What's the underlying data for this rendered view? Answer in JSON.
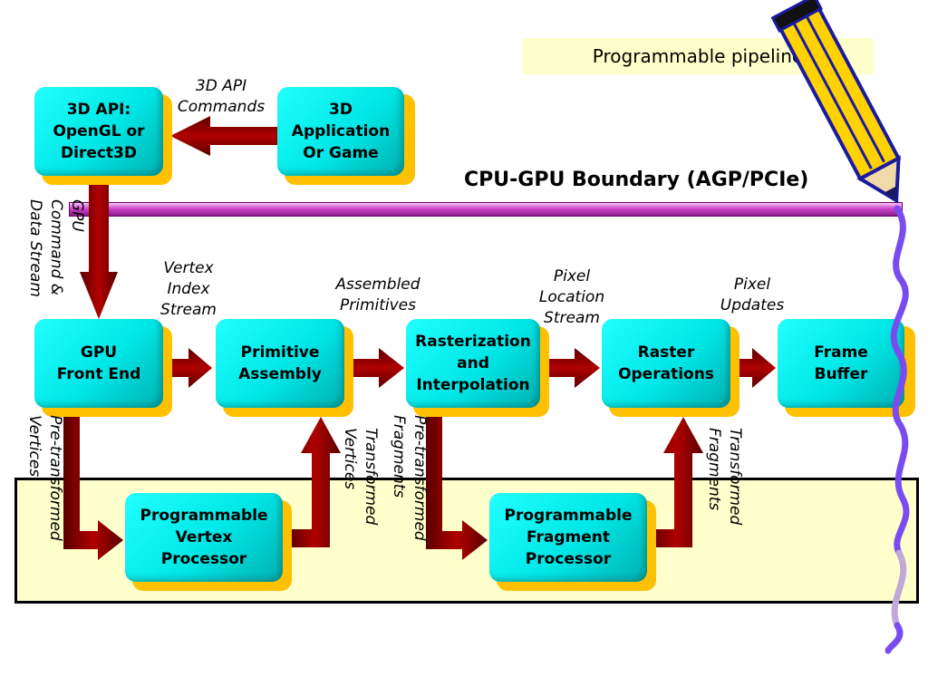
{
  "title": "Programmable pipeline",
  "boundary": {
    "label": "CPU-GPU Boundary (AGP/PCIe)"
  },
  "boxes": {
    "api": "3D API:\nOpenGL or\nDirect3D",
    "app": "3D\nApplication\nOr Game",
    "front_end": "GPU\nFront End",
    "primitive_assembly": "Primitive\nAssembly",
    "rasterization": "Rasterization\nand\nInterpolation",
    "raster_ops": "Raster\nOperations",
    "frame_buffer": "Frame\nBuffer",
    "vertex_processor": "Programmable\nVertex\nProcessor",
    "fragment_processor": "Programmable\nFragment\nProcessor"
  },
  "labels": {
    "api_commands": "3D API\nCommands",
    "vertex_index_stream": "Vertex\nIndex\nStream",
    "assembled_primitives": "Assembled\nPrimitives",
    "pixel_location_stream": "Pixel\nLocation\nStream",
    "pixel_updates": "Pixel\nUpdates",
    "gpu_command_stream": "GPU\nCommand &\nData Stream",
    "pretransformed_vertices": "Pre-transformed\nVertices",
    "transformed_vertices": "Transformed\nVertices",
    "pretransformed_fragments": "Pre-transformed\nFragments",
    "transformed_fragments": "Transformed\nFragments"
  },
  "colors": {
    "box": "#00E6E6",
    "box_shadow": "#FFC000",
    "arrow": "#8B0000",
    "boundary": "#CC44CC",
    "highlight": "#FFFFCC"
  },
  "icons": {
    "decoration": "pencil-icon"
  }
}
